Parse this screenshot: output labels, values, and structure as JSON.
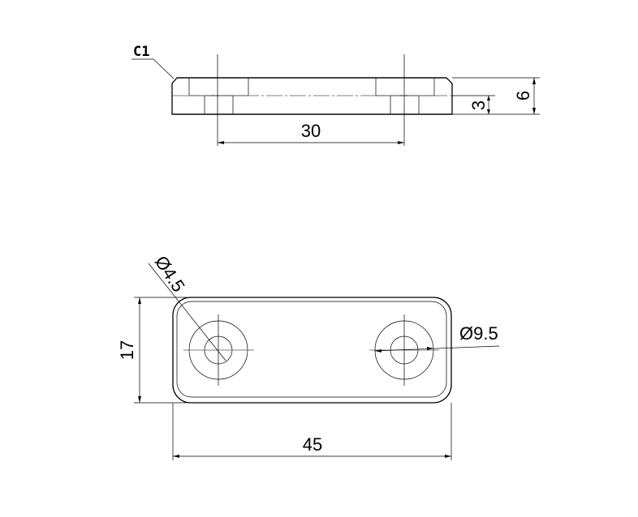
{
  "drawing": {
    "section_view": {
      "chamfer_label": "C1",
      "hole_spacing": "30",
      "total_thickness": "6",
      "counterbore_depth": "3"
    },
    "top_view": {
      "width": "45",
      "height": "17",
      "through_hole_diameter": "Ø4.5",
      "counterbore_diameter": "Ø9.5"
    }
  }
}
